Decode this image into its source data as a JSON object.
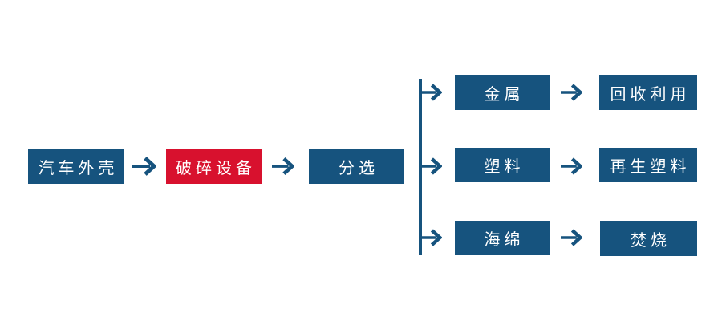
{
  "diagram": {
    "type": "flowchart",
    "description": "Car shell recycling process flow",
    "colors": {
      "primary": "#16537e",
      "highlight": "#d8112e",
      "text": "#ffffff",
      "background": "#ffffff"
    },
    "main_flow": {
      "nodes": [
        {
          "id": "car-shell",
          "label": "汽车外壳",
          "variant": "primary"
        },
        {
          "id": "crushing-equipment",
          "label": "破碎设备",
          "variant": "highlight"
        },
        {
          "id": "sorting",
          "label": "分选",
          "variant": "primary"
        }
      ]
    },
    "branches": [
      {
        "id": "metal",
        "material": "金属",
        "result": "回收利用"
      },
      {
        "id": "plastic",
        "material": "塑料",
        "result": "再生塑料"
      },
      {
        "id": "sponge",
        "material": "海绵",
        "result": "焚烧"
      }
    ]
  }
}
